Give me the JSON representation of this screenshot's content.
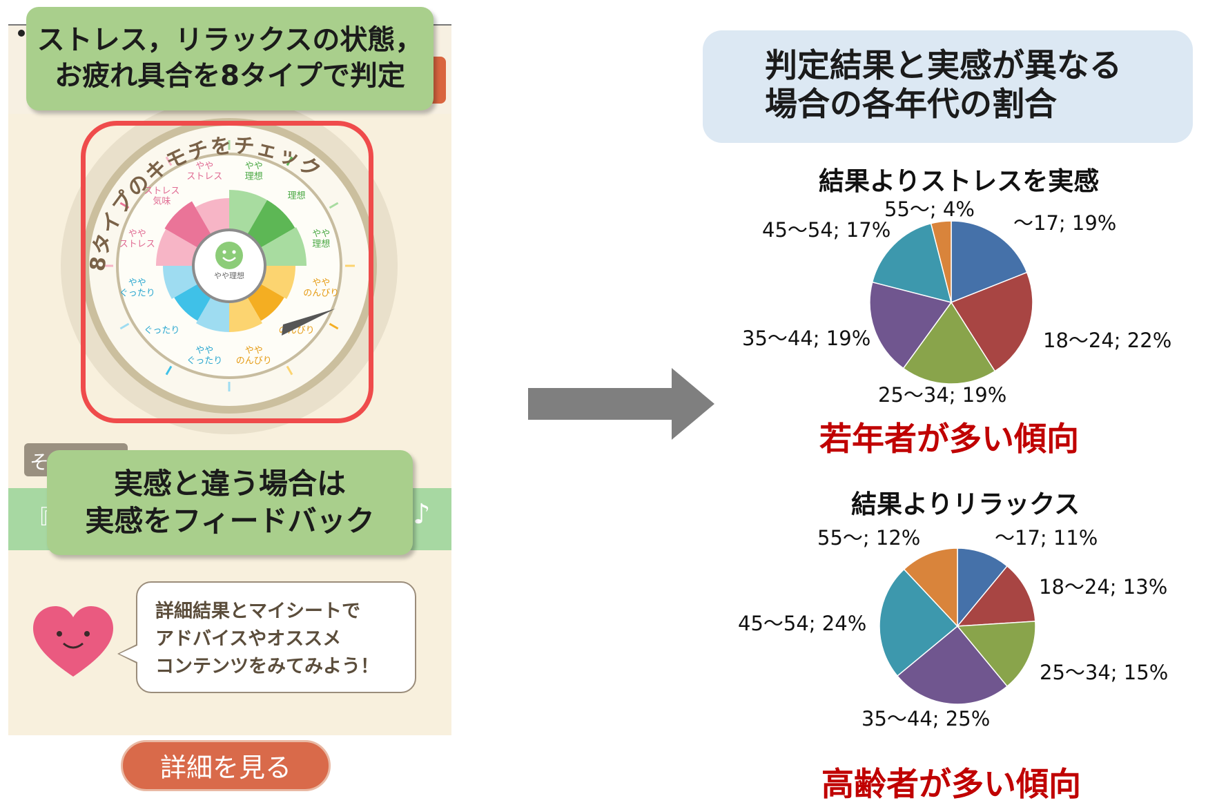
{
  "left": {
    "callout_top": [
      "ストレス，リラックスの状態，",
      "お疲れ具合を8タイプで判定"
    ],
    "callout_bottom": [
      "実感と違う場合は",
      "実感をフィードバック"
    ],
    "wheel": {
      "arc_title": "8タイプのキモチをチェック",
      "center_label": "やや理想",
      "segments": [
        {
          "label": "やや\nストレス",
          "color": "#f7b5c6"
        },
        {
          "label": "やや\n理想",
          "color": "#a8dca0"
        },
        {
          "label": "理想",
          "color": "#5db755"
        },
        {
          "label": "やや\n理想",
          "color": "#a8dca0"
        },
        {
          "label": "やや\nのんびり",
          "color": "#fcd470"
        },
        {
          "label": "のんびり",
          "color": "#f4ae22"
        },
        {
          "label": "やや\nのんびり",
          "color": "#fcd470"
        },
        {
          "label": "やや\nぐったり",
          "color": "#9edcf1"
        },
        {
          "label": "ぐったり",
          "color": "#3fc1e8"
        },
        {
          "label": "やや\nぐったり",
          "color": "#9edcf1"
        },
        {
          "label": "やや\nストレス",
          "color": "#f7b5c6"
        },
        {
          "label": "ストレス\n気味",
          "color": "#ea7498"
        }
      ]
    },
    "bubble_text": [
      "詳細結果とマイシートで",
      "アドバイスやオススメ",
      "コンテンツをみてみよう！"
    ],
    "detail_button": "詳細を見る",
    "band_left": "『",
    "band_note": "♪",
    "side_tag": "そ"
  },
  "right": {
    "title": [
      "判定結果と実感が異なる",
      "場合の各年代の割合"
    ],
    "charts": [
      {
        "title": "結果よりストレスを実感",
        "trend": "若年者が多い傾向",
        "labels": [
          "～17; 19%",
          "18～24; 22%",
          "25～34; 19%",
          "35～44; 19%",
          "45～54; 17%",
          "55～; 4%"
        ]
      },
      {
        "title": "結果よりリラックス",
        "trend": "高齢者が多い傾向",
        "labels": [
          "～17; 11%",
          "18～24; 13%",
          "25～34; 15%",
          "35～44; 25%",
          "45～54; 24%",
          "55～; 12%"
        ]
      }
    ]
  },
  "chart_data": [
    {
      "type": "pie",
      "title": "結果よりストレスを実感",
      "categories": [
        "～17",
        "18～24",
        "25～34",
        "35～44",
        "45～54",
        "55～"
      ],
      "values": [
        19,
        22,
        19,
        19,
        17,
        4
      ],
      "colors": [
        "#4571a9",
        "#a84543",
        "#89a44b",
        "#70568f",
        "#3d98ad",
        "#d9843b"
      ]
    },
    {
      "type": "pie",
      "title": "結果よりリラックス",
      "categories": [
        "～17",
        "18～24",
        "25～34",
        "35～44",
        "45～54",
        "55～"
      ],
      "values": [
        11,
        13,
        15,
        25,
        24,
        12
      ],
      "colors": [
        "#4571a9",
        "#a84543",
        "#89a44b",
        "#70568f",
        "#3d98ad",
        "#d9843b"
      ]
    }
  ]
}
